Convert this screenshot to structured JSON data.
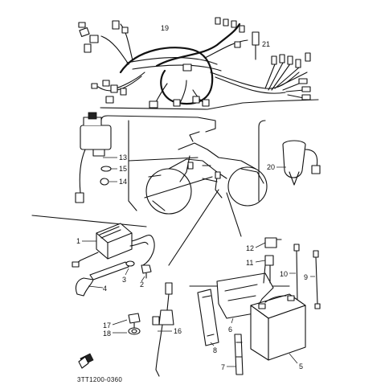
{
  "callouts": {
    "c1": "1",
    "c2": "2",
    "c3": "3",
    "c4": "4",
    "c5": "5",
    "c6": "6",
    "c7": "7",
    "c8": "8",
    "c9": "9",
    "c10": "10",
    "c11": "11",
    "c12": "12",
    "c13": "13",
    "c14": "14",
    "c15": "15",
    "c16": "16",
    "c17": "17",
    "c18": "18",
    "c19": "19",
    "c20": "20",
    "c21": "21"
  },
  "diagram_code": "3TT1200-0360",
  "colors": {
    "line": "#111111",
    "background": "#ffffff"
  },
  "icons": {
    "logo": "hand-symbol-icon"
  }
}
